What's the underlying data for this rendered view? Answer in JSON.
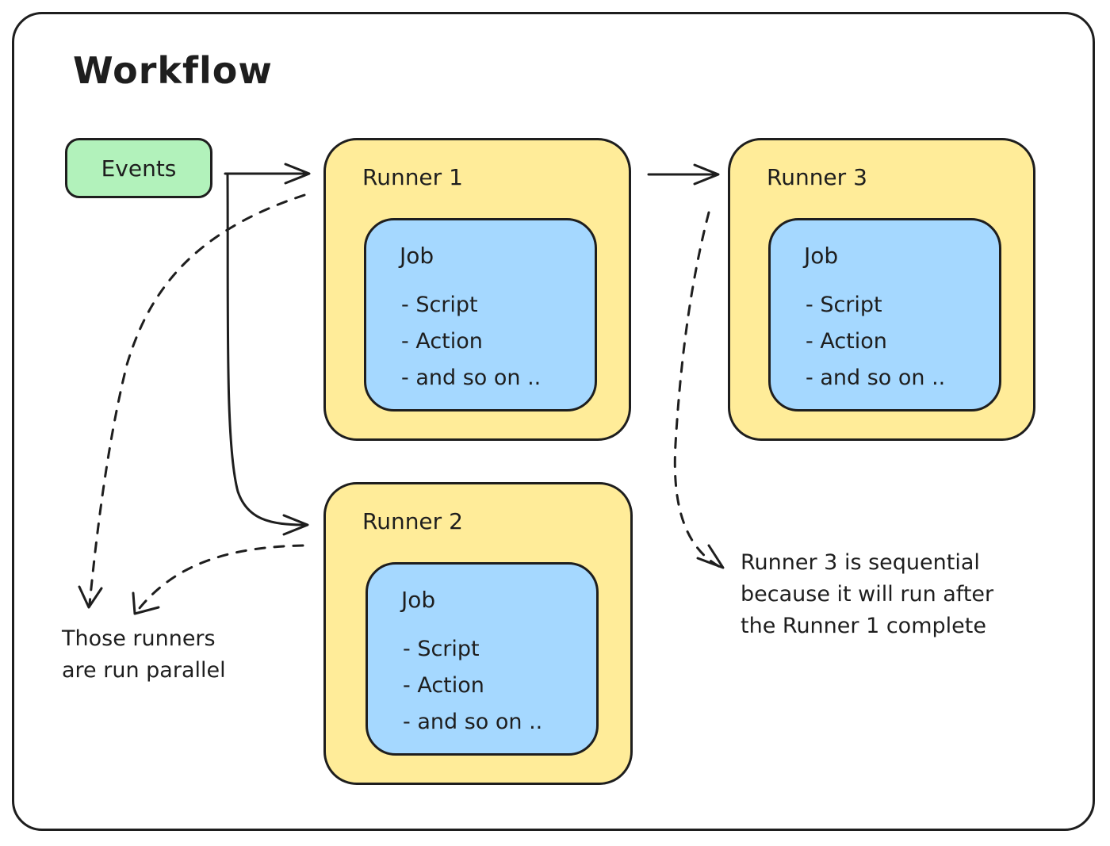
{
  "title": "Workflow",
  "events": {
    "label": "Events"
  },
  "runners": [
    {
      "label": "Runner 1",
      "job": {
        "title": "Job",
        "items": [
          "- Script",
          "- Action",
          "- and so on .."
        ]
      }
    },
    {
      "label": "Runner 2",
      "job": {
        "title": "Job",
        "items": [
          "- Script",
          "- Action",
          "- and so on .."
        ]
      }
    },
    {
      "label": "Runner 3",
      "job": {
        "title": "Job",
        "items": [
          "- Script",
          "- Action",
          "- and so on .."
        ]
      }
    }
  ],
  "notes": {
    "parallel": [
      "Those runners",
      "are run parallel"
    ],
    "sequential": [
      "Runner 3 is sequential",
      "because it will run after",
      "the Runner 1 complete"
    ]
  },
  "colors": {
    "events": "#b2f2bb",
    "runner": "#ffec99",
    "job": "#a5d8ff",
    "stroke": "#1e1e1e"
  }
}
